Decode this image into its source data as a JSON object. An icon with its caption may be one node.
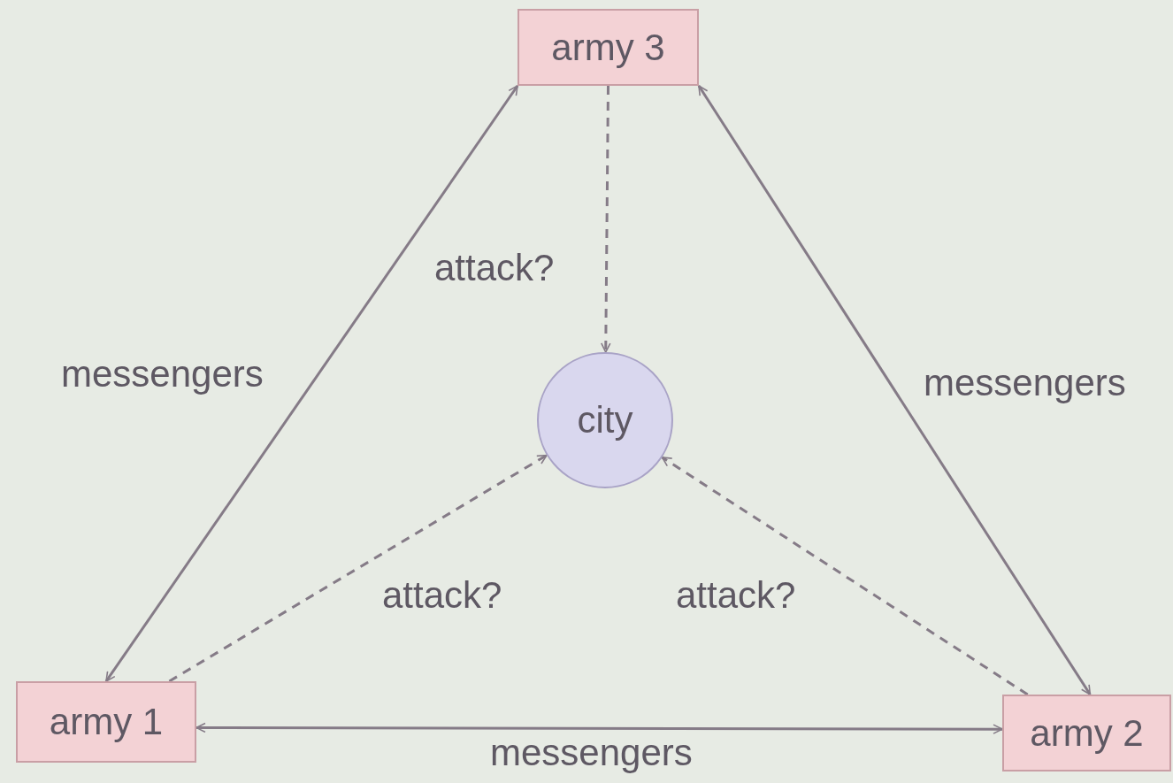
{
  "diagram": {
    "nodes": [
      {
        "text": [
          "army 3"
        ]
      },
      {
        "text": [
          "army 1"
        ]
      },
      {
        "text": [
          "army 2"
        ]
      },
      {
        "text": [
          "city"
        ]
      }
    ],
    "edges": [
      {
        "from": 1,
        "to": 0,
        "arrow": "both",
        "label": "messengers"
      },
      {
        "from": 0,
        "to": 2,
        "arrow": "both",
        "label": "messengers"
      },
      {
        "from": 1,
        "to": 2,
        "arrow": "both",
        "label": "messengers"
      },
      {
        "from": 0,
        "to": 3,
        "arrow": "to",
        "label": "attack?",
        "style": "dashed"
      },
      {
        "from": 1,
        "to": 3,
        "arrow": "to",
        "label": "attack?",
        "style": "dashed"
      },
      {
        "from": 2,
        "to": 3,
        "arrow": "to",
        "label": "attack?",
        "style": "dashed"
      }
    ]
  }
}
